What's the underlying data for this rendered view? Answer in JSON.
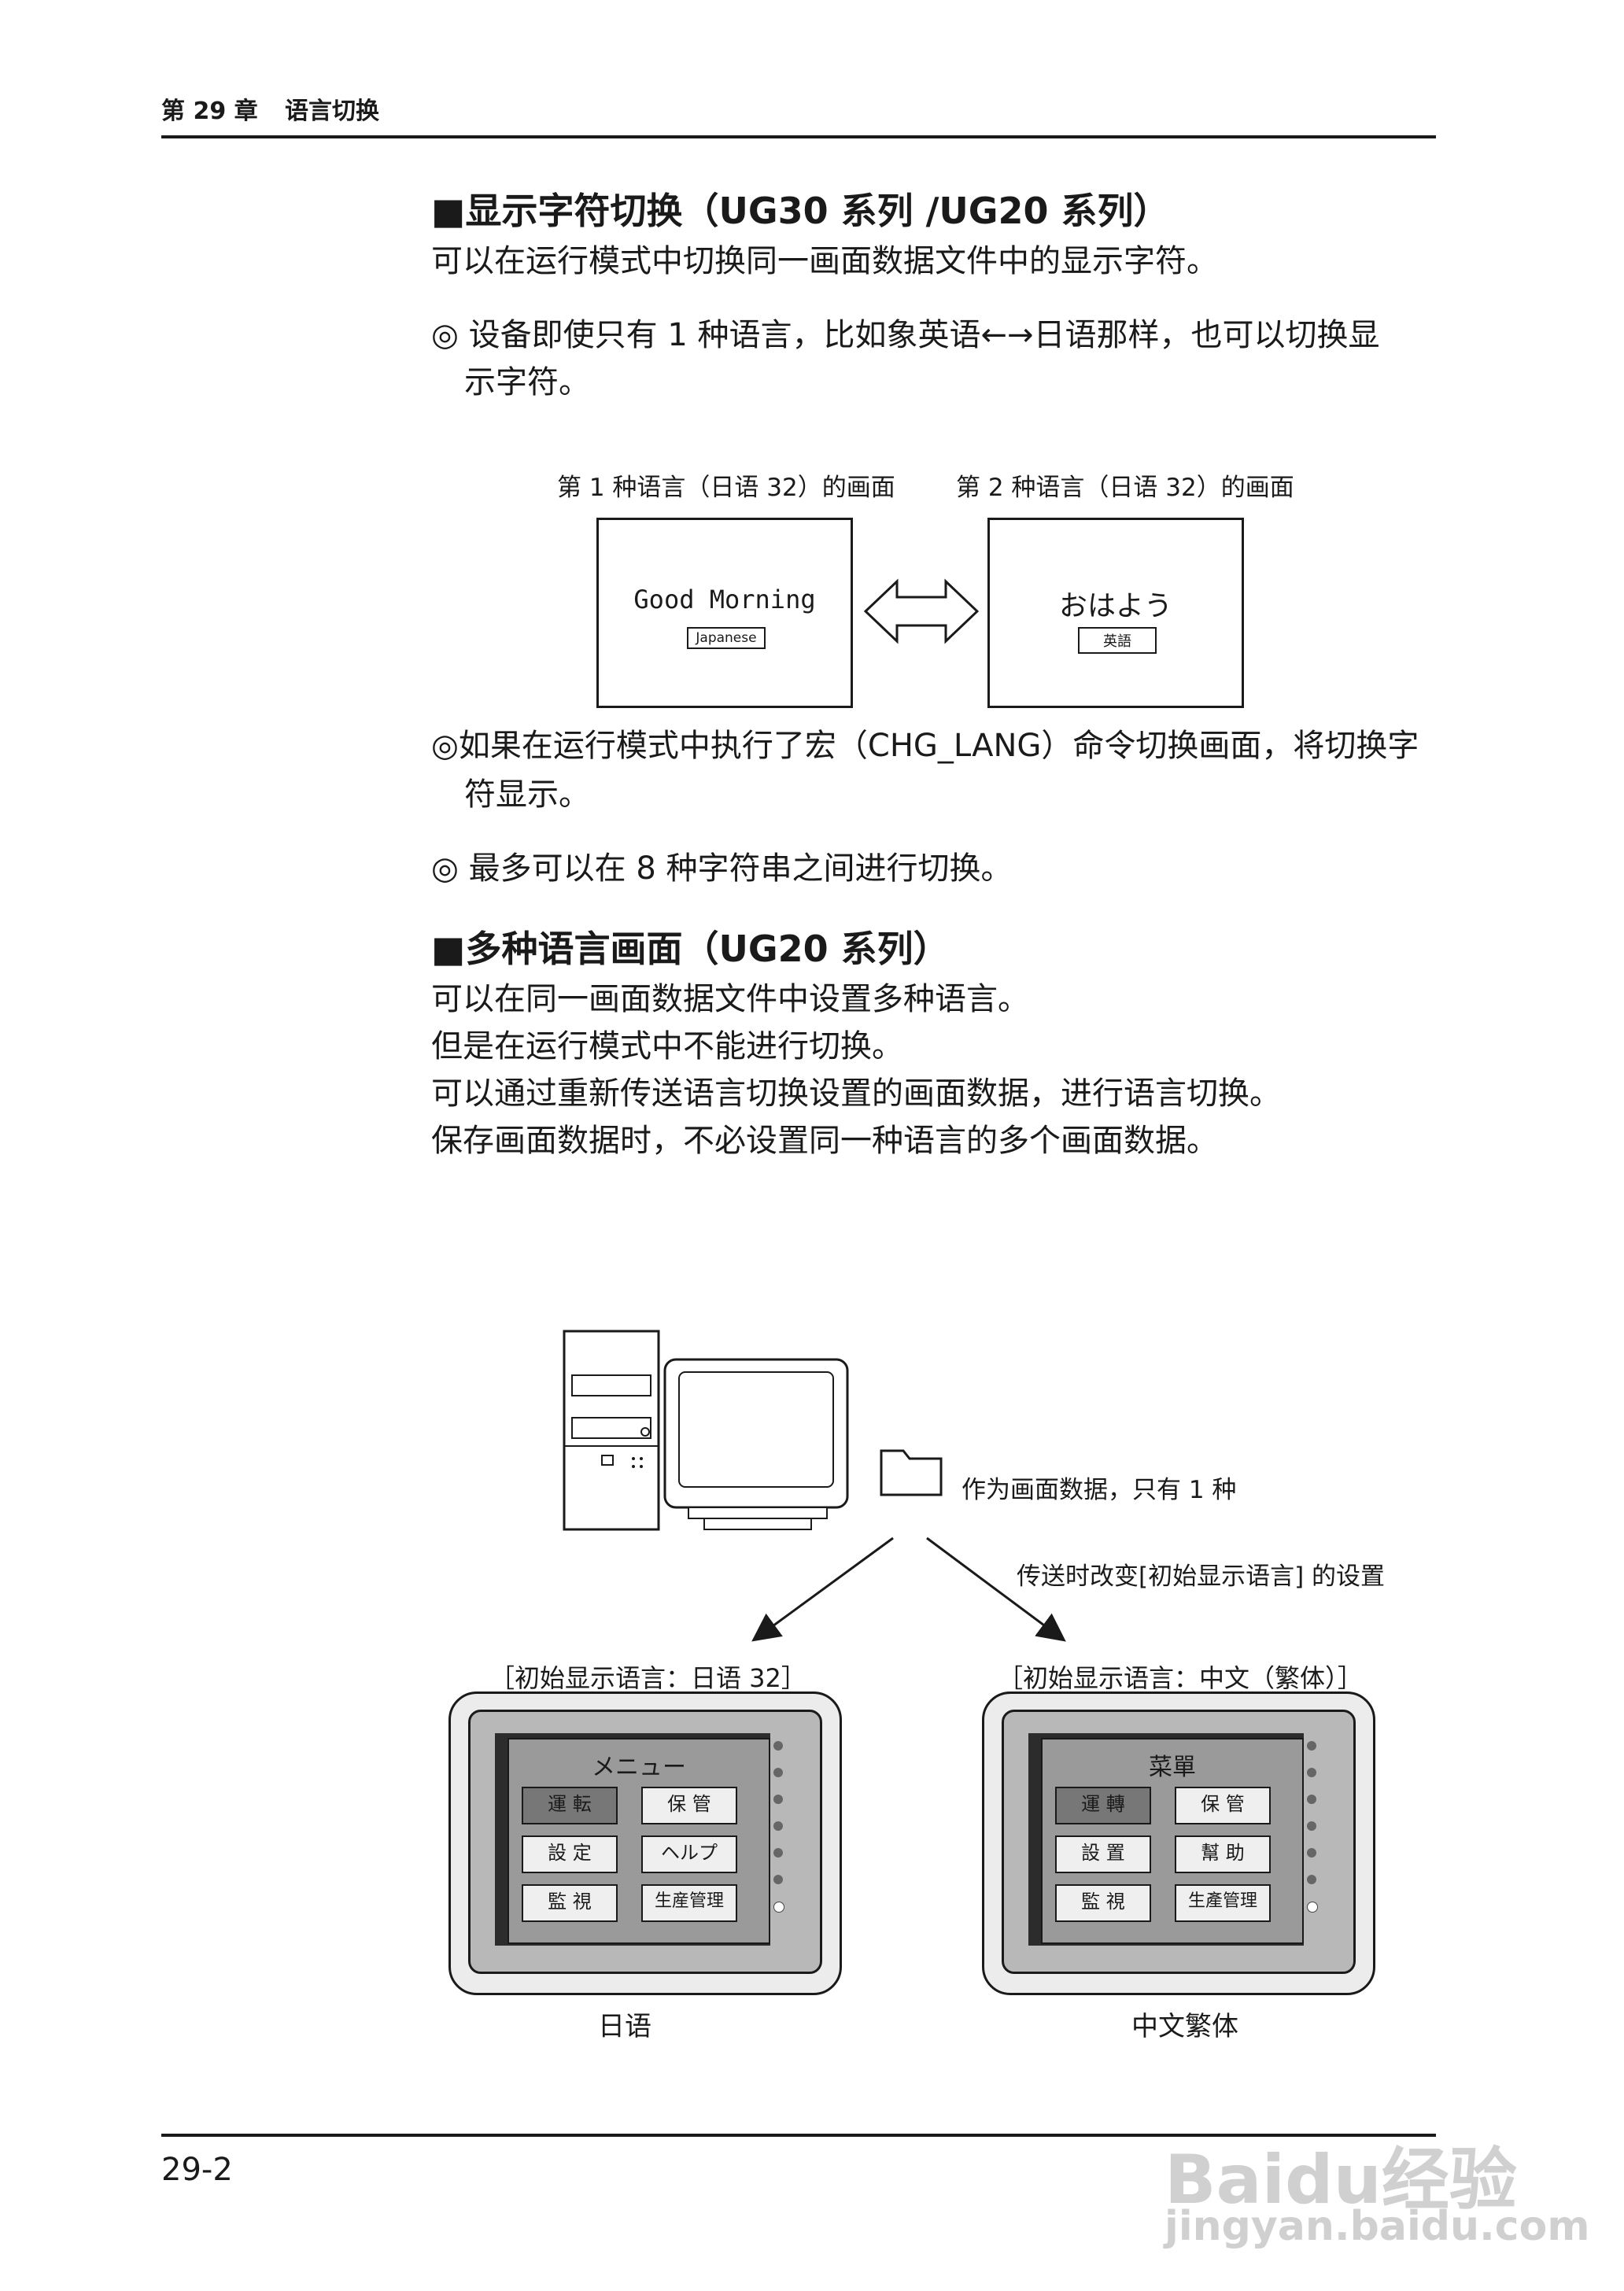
{
  "header": {
    "chapter": "第 29 章",
    "title": "语言切换"
  },
  "section1": {
    "heading": "■显示字符切换（UG30 系列 /UG20 系列）",
    "intro": "可以在运行模式中切换同一画面数据文件中的显示字符。",
    "bullet1_line1": "◎ 设备即使只有 1 种语言，比如象英语←→日语那样，也可以切换显",
    "bullet1_line2": "示字符。",
    "fig1": {
      "caption_left": "第 1 种语言（日语 32）的画面",
      "caption_right": "第 2 种语言（日语 32）的画面",
      "left_text": "Good Morning",
      "left_button": "Japanese",
      "right_text": "おはよう",
      "right_button": "英語"
    },
    "bullet2_line1": "◎如果在运行模式中执行了宏（CHG_LANG）命令切换画面，将切换字",
    "bullet2_line2": "符显示。",
    "bullet3": "◎ 最多可以在 8 种字符串之间进行切换。"
  },
  "section2": {
    "heading": "■多种语言画面（UG20 系列）",
    "lines": [
      "可以在同一画面数据文件中设置多种语言。",
      "但是在运行模式中不能进行切换。",
      "可以通过重新传送语言切换设置的画面数据，进行语言切换。",
      "保存画面数据时，不必设置同一种语言的多个画面数据。"
    ]
  },
  "fig2": {
    "file_label": "作为画面数据，只有 1 种",
    "transfer_label": "传送时改变[初始显示语言] 的设置",
    "left_caption": "［初始显示语言：日语 32］",
    "right_caption": "［初始显示语言：中文（繁体）］",
    "left_panel": {
      "title": "メニュー",
      "buttons": [
        "運 転",
        "保 管",
        "設 定",
        "ヘルプ",
        "監 視",
        "生産管理"
      ],
      "label": "日语"
    },
    "right_panel": {
      "title": "菜單",
      "buttons": [
        "運 轉",
        "保 管",
        "設 置",
        "幫 助",
        "監 視",
        "生產管理"
      ],
      "label": "中文繁体"
    }
  },
  "footer": {
    "page": "29-2"
  },
  "watermark": {
    "brand": "Baidu经验",
    "url": "jingyan.baidu.com"
  }
}
